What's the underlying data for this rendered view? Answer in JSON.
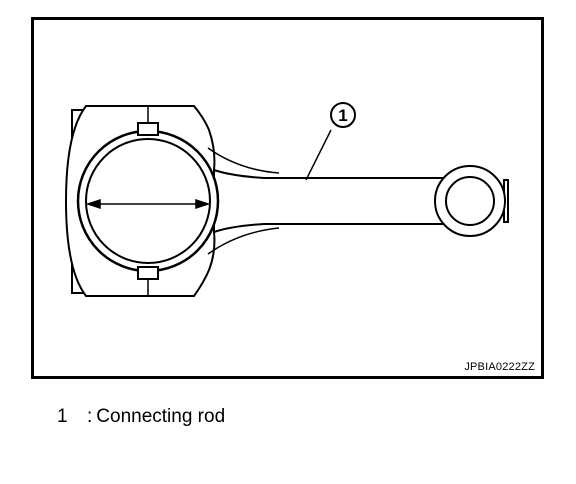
{
  "figure": {
    "callout_number": "1",
    "code": "JPBIA0222ZZ"
  },
  "legend": {
    "items": [
      {
        "number": "1",
        "separator": ":",
        "label": "Connecting rod"
      }
    ]
  }
}
